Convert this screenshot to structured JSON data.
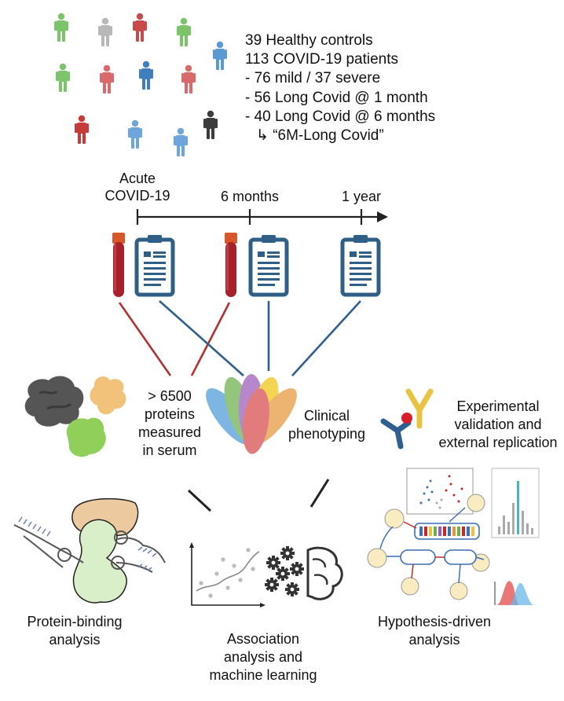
{
  "cohort": {
    "lines": [
      "39 Healthy controls",
      "113 COVID-19 patients",
      "- 76 mild / 37 severe",
      "- 56 Long Covid @ 1 month",
      "- 40 Long Covid @ 6 months",
      "↳ “6M-Long Covid”"
    ],
    "people_colors": [
      "#7cc46a",
      "#b8b8b8",
      "#c84a4a",
      "#7cc46a",
      "#5a9ad4",
      "#7cc46a",
      "#d9696b",
      "#3f7fbf",
      "#d9696b",
      "#c73a3a",
      "#6da6dc",
      "#6da6dc",
      "#3c3c3c"
    ]
  },
  "timeline": {
    "labels": [
      "Acute\nCOVID-19",
      "6 months",
      "1 year"
    ]
  },
  "middle": {
    "proteins_label": "> 6500\nproteins\nmeasured\nin serum",
    "clinical_label": "Clinical\nphenotyping",
    "experimental_label": "Experimental\nvalidation and\nexternal replication"
  },
  "analyses": {
    "protein_binding": "Protein-binding\nanalysis",
    "association": "Association\nanalysis and\nmachine learning",
    "hypothesis": "Hypothesis-driven\nanalysis"
  },
  "colors": {
    "blood": "#a8202a",
    "blood_cap": "#d8572a",
    "clipboard": "#2f5f86",
    "red_line": "#b03232",
    "blue_line": "#2f5f8f",
    "protein_dark": "#555555",
    "protein_orange": "#f2c27b",
    "protein_green": "#8fcf5a",
    "venn": [
      "#4c9ad8",
      "#6ab04c",
      "#e5973b",
      "#d84a4a",
      "#9b59b6",
      "#f1c40f"
    ]
  }
}
